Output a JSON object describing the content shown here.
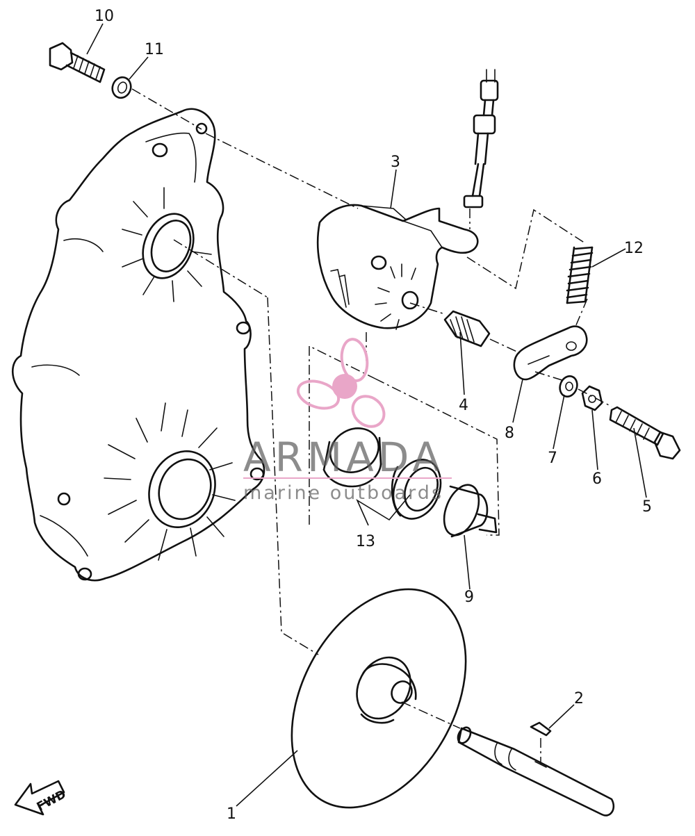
{
  "labels": {
    "p1": "1",
    "p2": "2",
    "p3": "3",
    "p4": "4",
    "p5": "5",
    "p6": "6",
    "p7": "7",
    "p8": "8",
    "p9": "9",
    "p10": "10",
    "p11": "11",
    "p12": "12",
    "p13": "13"
  },
  "fwd_arrow": "FWD",
  "watermark": {
    "title": "ARMADA",
    "subtitle": "marine outboards",
    "accent_color": "#e9a6c8"
  }
}
